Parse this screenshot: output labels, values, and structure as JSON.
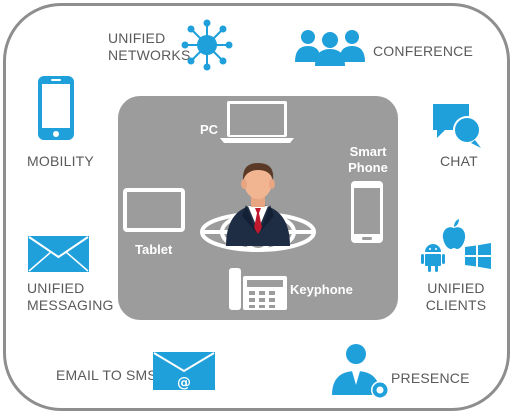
{
  "colors": {
    "accent_blue": "#1fa0db",
    "label_gray": "#5a5a5a",
    "panel_gray": "#9c9c9c",
    "frame_gray": "#8e8e8e"
  },
  "outer": {
    "unified_networks": "UNIFIED\nNETWORKS",
    "conference": "CONFERENCE",
    "mobility": "MOBILITY",
    "chat": "CHAT",
    "unified_messaging": "UNIFIED\nMESSAGING",
    "unified_clients": "UNIFIED\nCLIENTS",
    "email_to_sms": "EMAIL TO SMS",
    "presence": "PRESENCE"
  },
  "panel": {
    "pc": "PC",
    "smart_phone": "Smart\nPhone",
    "tablet": "Tablet",
    "keyphone": "Keyphone"
  },
  "icons": {
    "unified_networks": "network-hub-icon",
    "conference": "people-group-icon",
    "mobility": "mobile-phone-icon",
    "chat": "chat-bubbles-icon",
    "unified_messaging": "envelope-icon",
    "unified_clients": "os-platforms-icon",
    "email_to_sms": "email-at-icon",
    "presence": "user-presence-icon",
    "pc": "laptop-icon",
    "smart_phone": "smartphone-icon",
    "tablet": "tablet-icon",
    "keyphone": "desk-phone-icon",
    "center": "businessman-globe-icon"
  }
}
